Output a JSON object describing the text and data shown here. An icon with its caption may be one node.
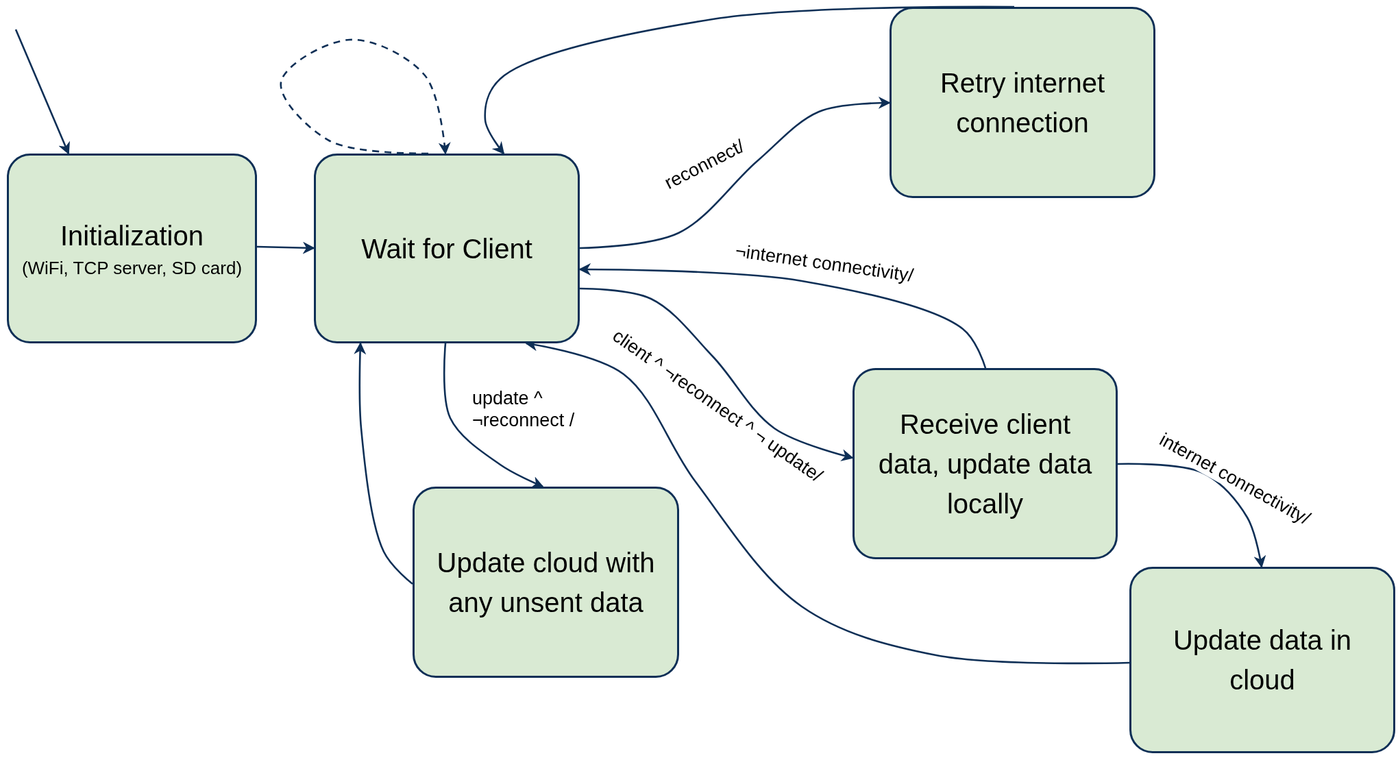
{
  "diagram": {
    "nodes": [
      {
        "text": [
          "Initialization",
          "(WiFi, TCP server, SD card)"
        ]
      },
      {
        "text": [
          "Wait for Client"
        ]
      },
      {
        "text": [
          "Retry internet connection"
        ]
      },
      {
        "text": [
          "Receive client data, update data locally"
        ]
      },
      {
        "text": [
          "Update cloud with any unsent data"
        ]
      },
      {
        "text": [
          "Update data in cloud"
        ]
      }
    ],
    "edges": [
      {
        "from": null,
        "to": 0,
        "arrow": "to"
      },
      {
        "from": 0,
        "to": 1,
        "arrow": "to"
      },
      {
        "from": 1,
        "to": 1,
        "arrow": "to",
        "style": "dashed"
      },
      {
        "from": 1,
        "to": 2,
        "arrow": "to",
        "label": "reconnect/"
      },
      {
        "from": 2,
        "to": 1,
        "arrow": "to"
      },
      {
        "from": 1,
        "to": 3,
        "arrow": "to",
        "label": "client ^ ¬reconnect ^ ¬ update/"
      },
      {
        "from": 3,
        "to": 1,
        "arrow": "to",
        "label": "¬internet connectivity/"
      },
      {
        "from": 1,
        "to": 4,
        "arrow": "to",
        "label": "update ^ ¬reconnect /"
      },
      {
        "from": 4,
        "to": 1,
        "arrow": "to"
      },
      {
        "from": 3,
        "to": 5,
        "arrow": "to",
        "label": "internet connectivity/"
      },
      {
        "from": 5,
        "to": 1,
        "arrow": "to"
      }
    ]
  }
}
